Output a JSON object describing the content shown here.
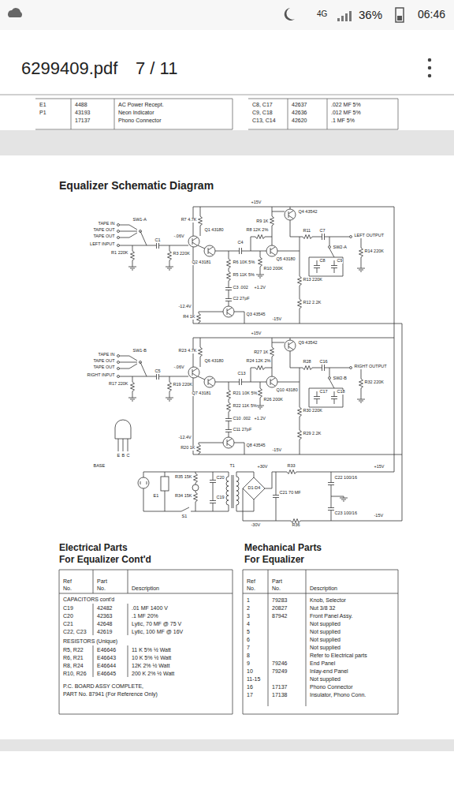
{
  "diagram": {
    "title": "Equalizer Schematic Diagram",
    "labels": [
      "4G",
      "36%",
      "06:46",
      "6299409.pdf",
      "7 / 11",
      "E1",
      "4488",
      "AC Power Recept.",
      "P1",
      "43193",
      "Neon Indicator",
      "17137",
      "Phono Connector",
      "C8, C17",
      "42637",
      ".022 MF 5%",
      "C9, C18",
      "42636",
      ".012 MF 5%",
      "C13, C14",
      "42620",
      ".1 MF 5%",
      "+15V",
      "TAPE IN",
      "TAPE OUT",
      "TAPE OUT",
      "LEFT INPUT",
      "SW1-A",
      "C1",
      "R1 220K",
      "R3 220K",
      "-.06V",
      "R7 4.7K",
      "Q1 43180",
      "Q2 43181",
      "R9 1K",
      "Q4 43542",
      "R8 12K 2%",
      "R6 10K 5%",
      "C4",
      "R10 200K",
      "Q5 43180",
      "R11",
      "C7",
      "SW2-A",
      "LEFT OUTPUT",
      "R14 220K",
      "C8",
      "C9",
      "R13 220K",
      "R5 11K 5%",
      "C3 .002",
      "C2 27pF",
      "+1.2V",
      "R12 2.2K",
      "-12.4V",
      "Q3 43545",
      "R4 1K",
      "-15V",
      "+15V",
      "TAPE IN",
      "TAPE OUT",
      "TAPE OUT",
      "RIGHT INPUT",
      "SW1-B",
      "C5",
      "R17 220K",
      "R19 220K",
      "-.06V",
      "R23 4.7K",
      "Q6 43180",
      "Q7 43181",
      "R27 1K",
      "Q9 43542",
      "R24 12K 2%",
      "R21 10K 5%",
      "C13",
      "R26 200K",
      "Q10 43180",
      "R28",
      "C16",
      "SW2-B",
      "RIGHT OUTPUT",
      "R32 220K",
      "C17",
      "C18",
      "R30 220K",
      "R22 11K 5%",
      "C10 .002",
      "C11 27pF",
      "+1.2V",
      "R29 2.2K",
      "-12.4V",
      "Q8 43545",
      "R20 1K",
      "-15V",
      "BASE",
      "E",
      "B",
      "C",
      "T1",
      "+30V",
      "R33",
      "+15V",
      "R35 15K",
      "C20",
      "E1",
      "R34 15K",
      "C19",
      "C21 70 MF",
      "D1-D4",
      "C22 100/16",
      "C23 100/16",
      "R36",
      "-30V",
      "-15V",
      "S1",
      "Electrical Parts",
      "For Equalizer Cont'd",
      "Ref",
      "No.",
      "Part",
      "No.",
      "Description",
      "CAPACITORS cont'd",
      "C19",
      "42482",
      ".01 MF 1400 V",
      "C20",
      "42363",
      ".1 MF 20%",
      "C21",
      "42648",
      "Lytic, 70 MF @ 75 V",
      "C22, C23",
      "42619",
      "Lytic, 100 MF @ 16V",
      "RESISTORS (Unique)",
      "R5, R22",
      "E46646",
      "11 K 5% ½ Watt",
      "R6, R21",
      "E46643",
      "10 K 5% ½ Watt",
      "R8, R24",
      "E46644",
      "12K 2% ½ Watt",
      "R10, R26",
      "E46645",
      "200 K 2% ½ Watt",
      "P.C. BOARD ASSY COMPLETE,",
      "PART No. 87941 (For Reference Only)",
      "Mechanical Parts",
      "For Equalizer",
      "Ref",
      "No.",
      "Part",
      "No.",
      "Description",
      "1",
      "79283",
      "Knob, Selector",
      "2",
      "20827",
      "Nut 3/8 32",
      "3",
      "87942",
      "Front Panel Assy.",
      "4",
      "Not supplied",
      "5",
      "Not supplied",
      "6",
      "Not supplied",
      "7",
      "Not supplied",
      "8",
      "Refer to Electrical parts",
      "9",
      "79246",
      "End Panel",
      "10",
      "79249",
      "Inlay-end Panel",
      "11-15",
      "Not supplied",
      "16",
      "17137",
      "Phono Connector",
      "17",
      "17138",
      "Insulator, Phono Conn."
    ]
  }
}
